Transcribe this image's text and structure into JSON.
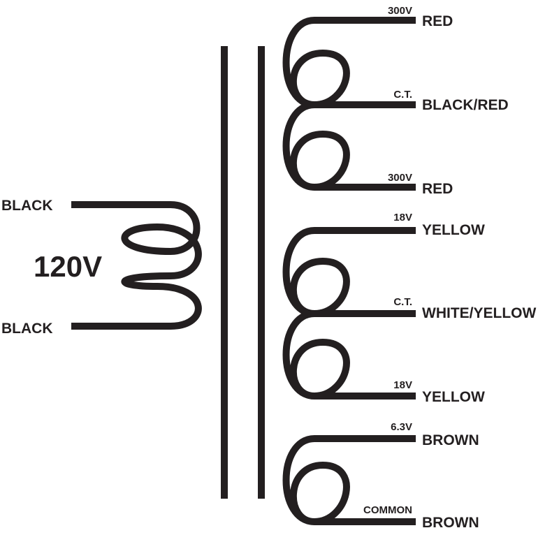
{
  "ink_color": "#231f20",
  "background_color": "#ffffff",
  "primary": {
    "voltage": "120V",
    "top_lead": "BLACK",
    "bottom_lead": "BLACK"
  },
  "secondaries": [
    {
      "leads": [
        {
          "tap": "300V",
          "color": "RED"
        },
        {
          "tap": "C.T.",
          "color": "BLACK/RED"
        },
        {
          "tap": "300V",
          "color": "RED"
        }
      ]
    },
    {
      "leads": [
        {
          "tap": "18V",
          "color": "YELLOW"
        },
        {
          "tap": "C.T.",
          "color": "WHITE/YELLOW"
        },
        {
          "tap": "18V",
          "color": "YELLOW"
        }
      ]
    },
    {
      "leads": [
        {
          "tap": "6.3V",
          "color": "BROWN"
        },
        {
          "tap": "COMMON",
          "color": "BROWN"
        }
      ]
    }
  ]
}
